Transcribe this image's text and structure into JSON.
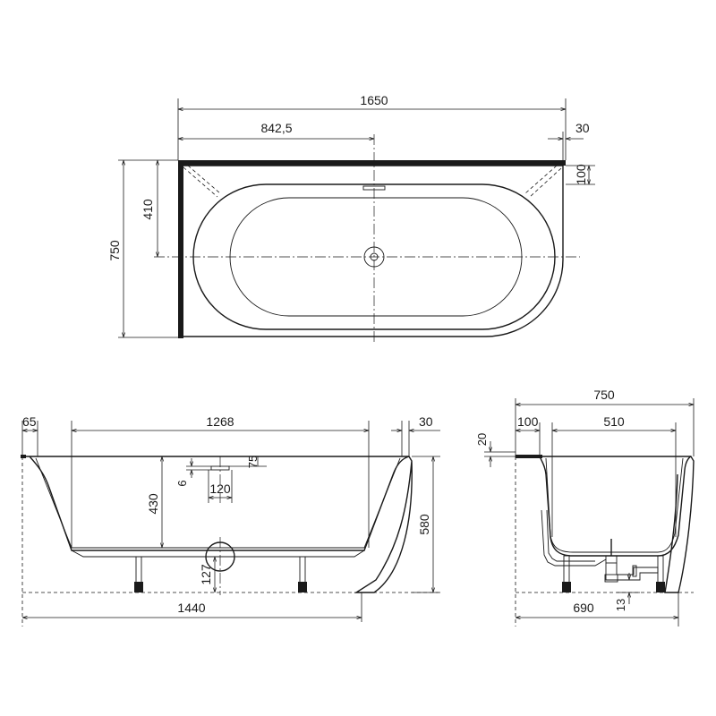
{
  "top_view": {
    "dim_length": "1650",
    "dim_center": "842,5",
    "dim_rim_right": "30",
    "dim_rim_top": "100",
    "dim_width": "750",
    "dim_drain_offset": "410"
  },
  "front_view": {
    "dim_left_rim": "65",
    "dim_inner_length": "1268",
    "dim_right_rim": "30",
    "dim_overflow_top": "75",
    "dim_overflow_size": "6",
    "dim_overflow_width": "120",
    "dim_depth": "430",
    "dim_height": "580",
    "dim_drain_height": "127",
    "dim_base_length": "1440"
  },
  "side_view": {
    "dim_width": "750",
    "dim_rim": "100",
    "dim_inner_width": "510",
    "dim_step": "20",
    "dim_base_width": "690",
    "dim_siphon": "13"
  }
}
